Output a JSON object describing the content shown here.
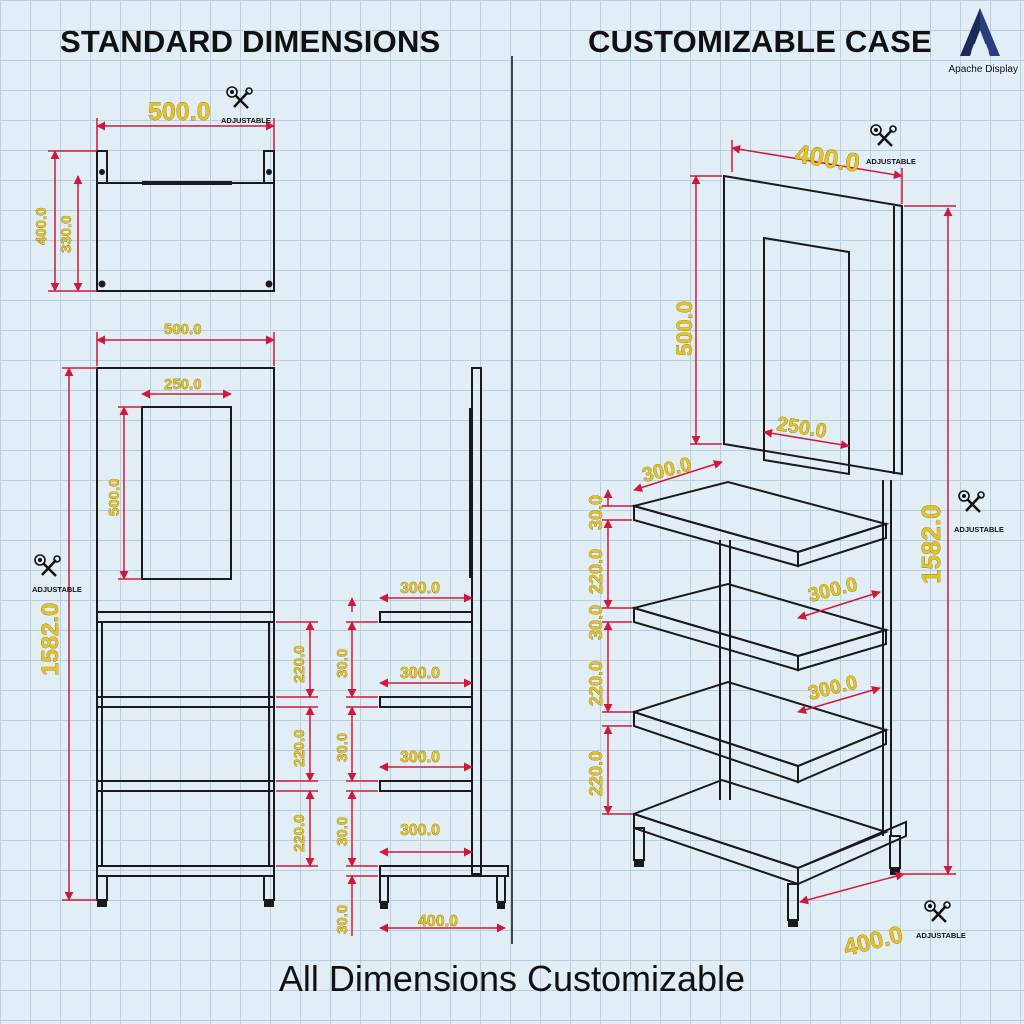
{
  "headings": {
    "standard": "STANDARD DIMENSIONS",
    "custom": "CUSTOMIZABLE CASE"
  },
  "brand": {
    "name": "Apache Display",
    "logo_icon": "apache-a-logo-icon"
  },
  "footer": "All Dimensions Customizable",
  "colors": {
    "dimension_line": "#d0193a",
    "dimension_text": "#e8c21f",
    "outline": "#1a1a1a",
    "grid": "#b9cede"
  },
  "adjustable_labels": {
    "top_view": "ADJUSTABLE",
    "front_view": "ADJUSTABLE",
    "iso_top": "ADJUSTABLE",
    "iso_side": "ADJUSTABLE",
    "iso_base": "ADJUSTABLE"
  },
  "top_view": {
    "width": "500.0",
    "height_outer": "400.0",
    "height_inner": "330.0"
  },
  "front_view": {
    "width": "500.0",
    "panel_width": "250.0",
    "panel_height": "500.0",
    "total_height": "1582.0",
    "gaps": [
      "220.0",
      "220.0",
      "220.0"
    ]
  },
  "side_view": {
    "shelf_depths": [
      "300.0",
      "300.0",
      "300.0",
      "300.0"
    ],
    "shelf_thickness": [
      "30.0",
      "30.0",
      "30.0",
      "30.0"
    ],
    "base_depth": "400.0"
  },
  "iso_view": {
    "top_width": "400.0",
    "panel_height": "500.0",
    "panel_width": "250.0",
    "shelf_depths": [
      "300.0",
      "300.0",
      "300.0"
    ],
    "total_height": "1582.0",
    "left_dims": [
      "30.0",
      "220.0",
      "30.0",
      "220.0",
      "220.0"
    ],
    "base_depth": "400.0"
  }
}
